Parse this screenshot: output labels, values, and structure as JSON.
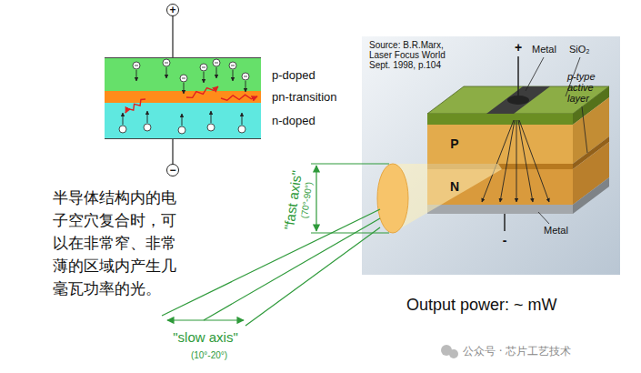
{
  "diagram": {
    "nodes": [
      {
        "text": [
          "p-doped"
        ]
      },
      {
        "text": [
          "pn-transition"
        ]
      },
      {
        "text": [
          "n-doped"
        ]
      }
    ],
    "labels": [
      "+",
      "−",
      "半导体结构内的电子空穴复合时，可以在非常窄、非常薄的区域内产生几毫瓦功率的光。",
      "Source: B.R.Marx, Laser Focus World Sept. 1998, p.104",
      "Metal",
      "SiO₂",
      "p-type active layer",
      "P",
      "N",
      "Metal",
      "+",
      "-",
      "\"fast axis\"",
      "(70°-90°)",
      "\"slow axis\"",
      "(10°-20°)",
      "Output power: ~ mW",
      "公众号 · 芯片工艺技术"
    ]
  }
}
